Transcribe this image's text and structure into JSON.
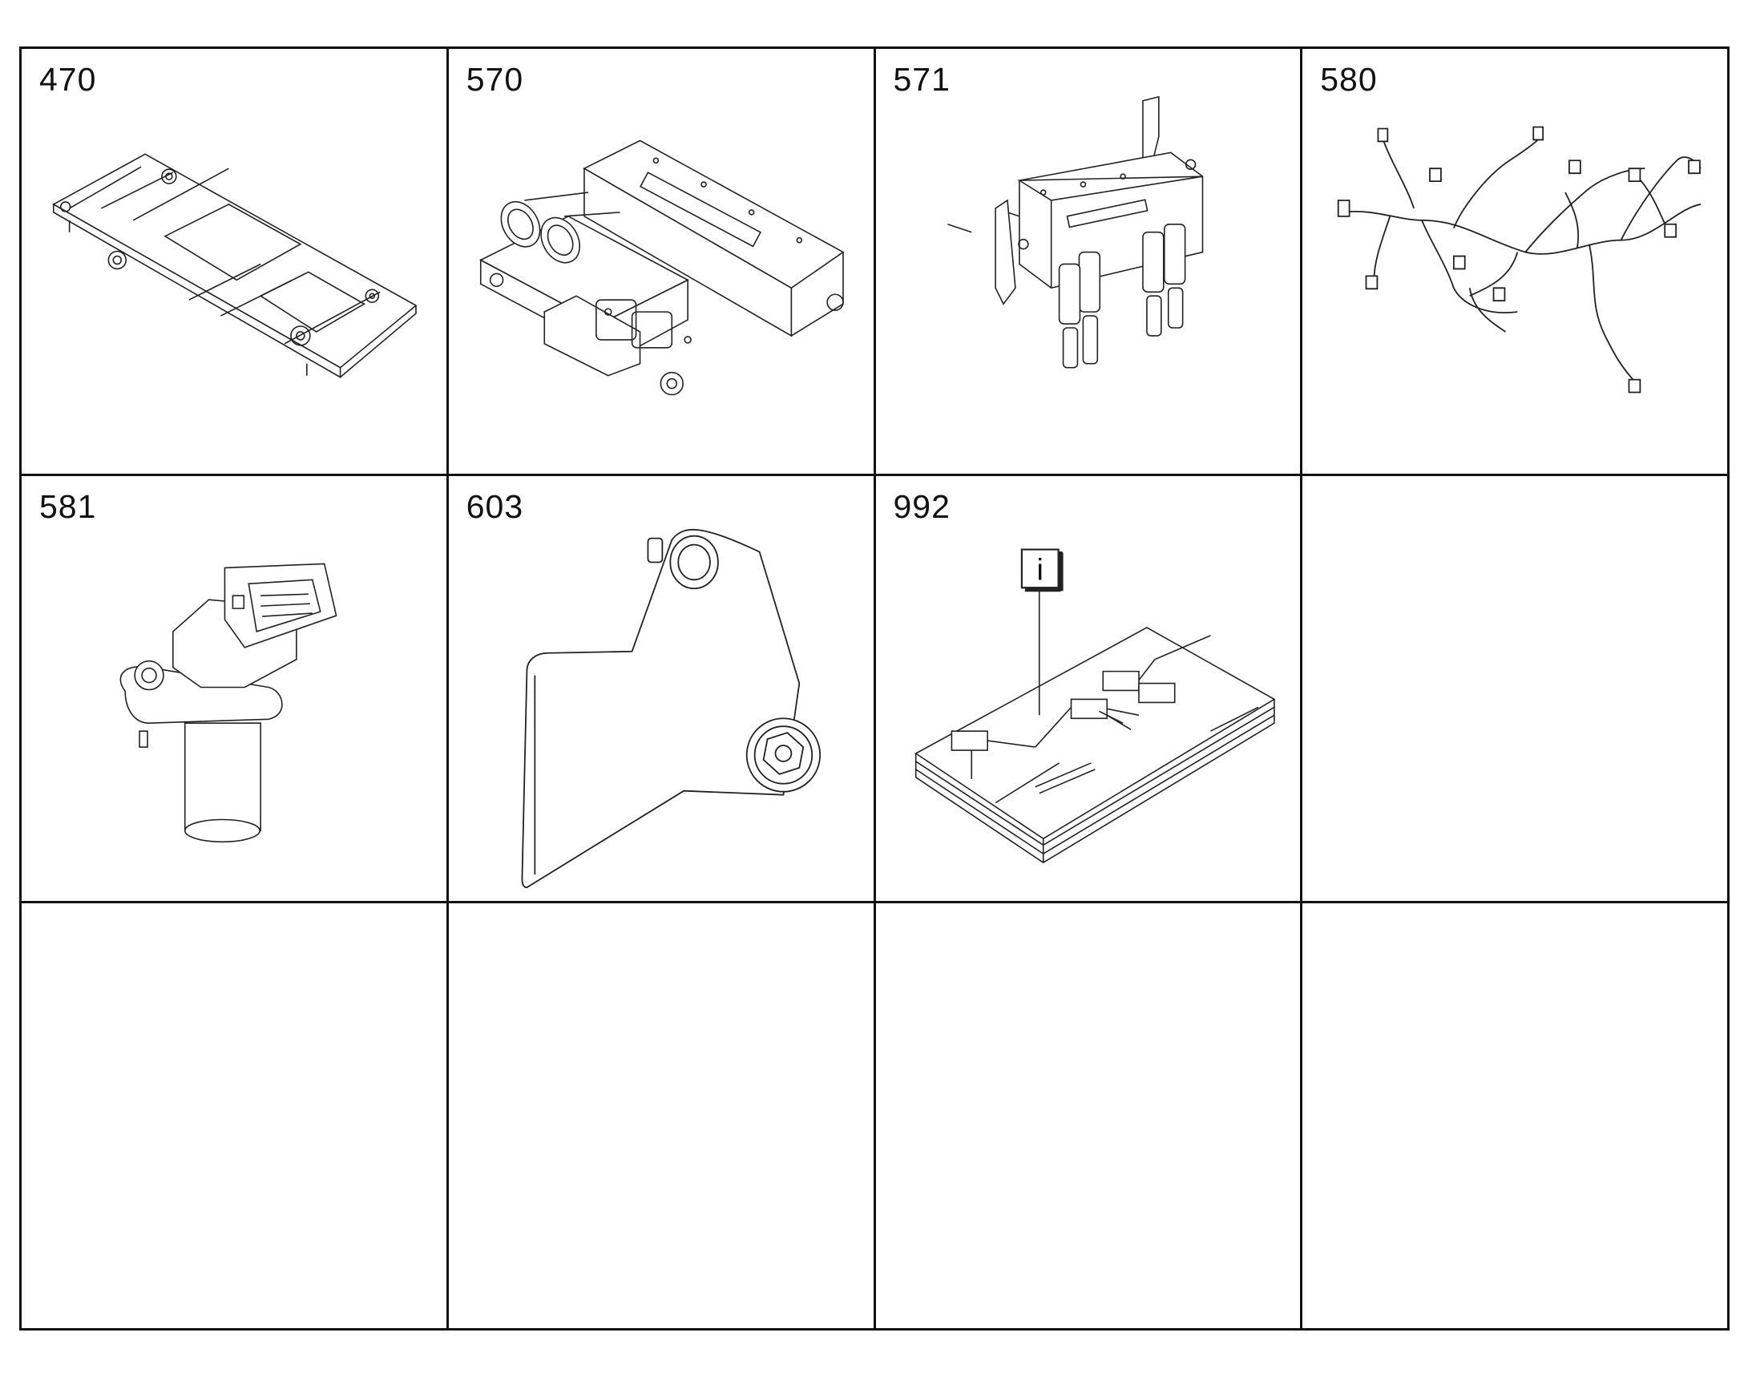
{
  "cells": [
    {
      "label": "470",
      "icon": "cover-plate-icon"
    },
    {
      "label": "570",
      "icon": "control-unit-icon"
    },
    {
      "label": "571",
      "icon": "control-unit-bracket-icon"
    },
    {
      "label": "580",
      "icon": "wiring-harness-icon"
    },
    {
      "label": "581",
      "icon": "sensor-icon"
    },
    {
      "label": "603",
      "icon": "bracket-plate-icon"
    },
    {
      "label": "992",
      "icon": "documentation-icon"
    },
    {
      "label": "",
      "icon": ""
    },
    {
      "label": "",
      "icon": ""
    },
    {
      "label": "",
      "icon": ""
    },
    {
      "label": "",
      "icon": ""
    },
    {
      "label": "",
      "icon": ""
    }
  ],
  "info_marker": "i"
}
